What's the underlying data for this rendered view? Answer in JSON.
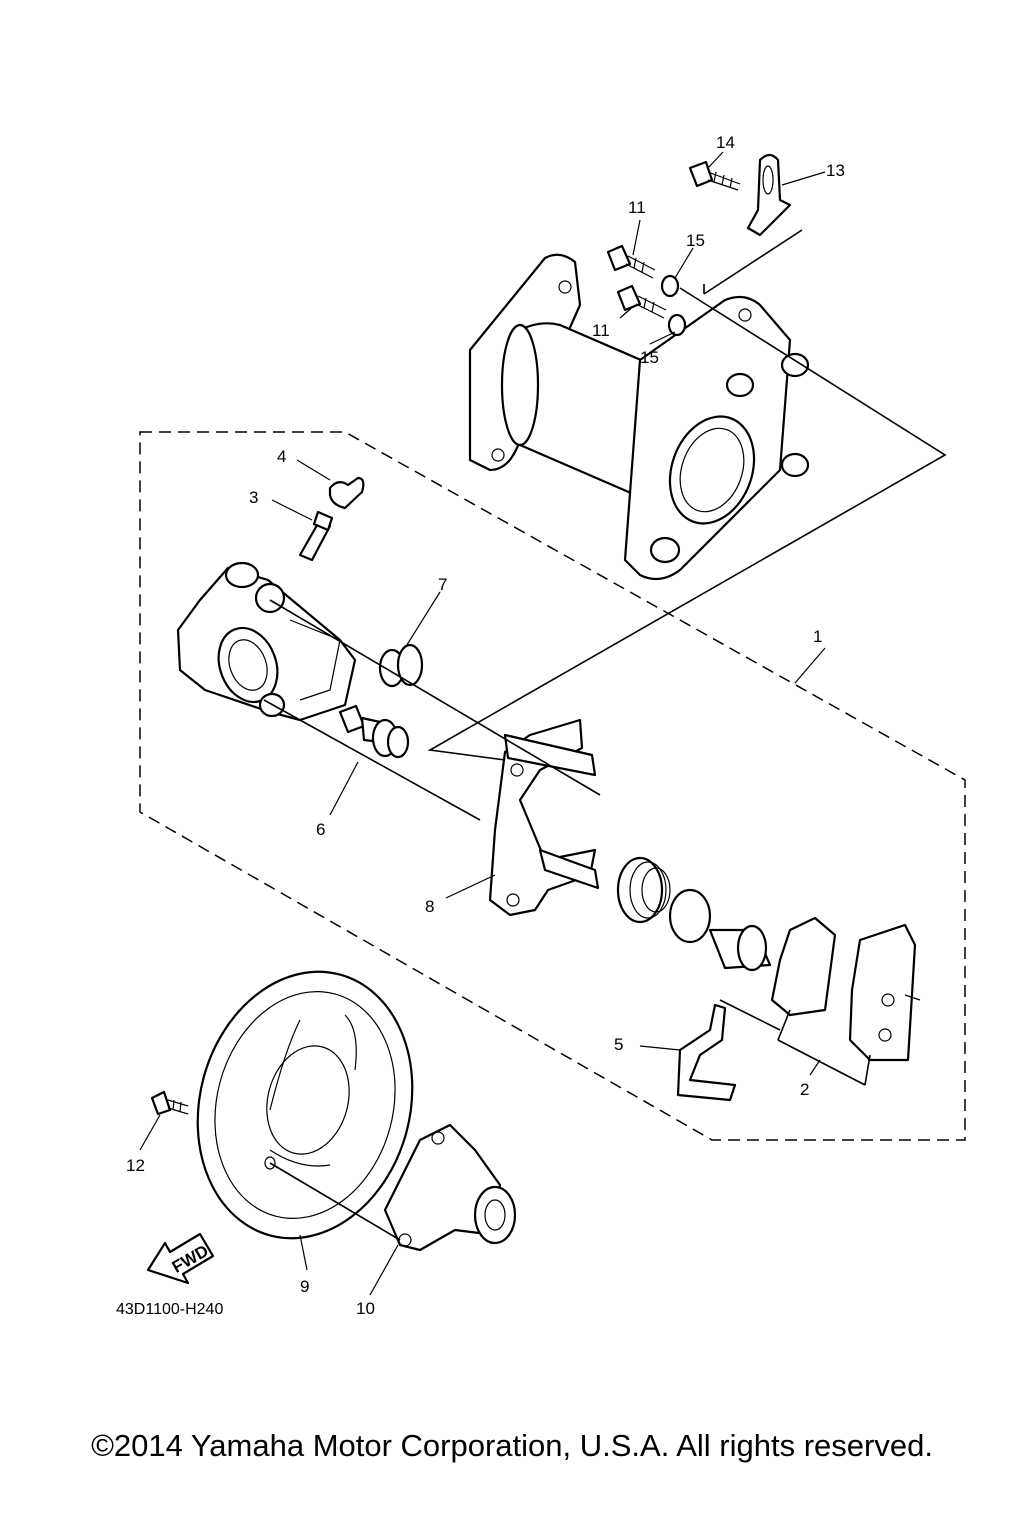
{
  "diagram": {
    "callouts": {
      "p1": "1",
      "p2": "2",
      "p3": "3",
      "p4": "4",
      "p5": "5",
      "p6": "6",
      "p7": "7",
      "p8": "8",
      "p9": "9",
      "p10": "10",
      "p11a": "11",
      "p11b": "11",
      "p12": "12",
      "p13": "13",
      "p14": "14",
      "p15a": "15",
      "p15b": "15"
    },
    "fwd_arrow_label": "FWD",
    "drawing_code": "43D1100-H240"
  },
  "footer": {
    "copyright": "©2014 Yamaha Motor Corporation, U.S.A. All rights reserved."
  }
}
